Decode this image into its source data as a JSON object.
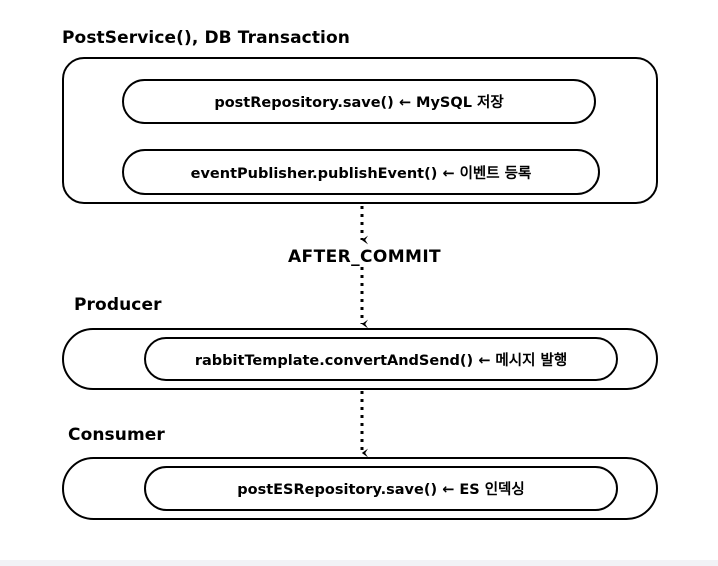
{
  "diagram": {
    "type": "flow-diagram",
    "background_color": "#ffffff",
    "stroke_color": "#000000",
    "sections": [
      {
        "id": "transaction",
        "title": "PostService(),  DB Transaction",
        "steps": [
          {
            "id": "save",
            "label": "postRepository.save() ← MySQL 저장"
          },
          {
            "id": "publish",
            "label": "eventPublisher.publishEvent() ← 이벤트 등록"
          }
        ]
      },
      {
        "id": "producer",
        "title": "Producer",
        "steps": [
          {
            "id": "rabbit",
            "label": "rabbitTemplate.convertAndSend() ← 메시지 발행"
          }
        ]
      },
      {
        "id": "consumer",
        "title": "Consumer",
        "steps": [
          {
            "id": "es",
            "label": "postESRepository.save() ← ES 인덱싱"
          }
        ]
      }
    ],
    "connectors": [
      {
        "id": "arrow-1",
        "from": "transaction",
        "to": "after-commit-label",
        "style": "dotted",
        "direction": "down"
      },
      {
        "id": "arrow-2",
        "from": "after-commit-label",
        "to": "producer",
        "style": "dotted",
        "direction": "down"
      },
      {
        "id": "arrow-3",
        "from": "producer",
        "to": "consumer",
        "style": "dotted",
        "direction": "down"
      }
    ],
    "connector_label": "AFTER_COMMIT"
  }
}
